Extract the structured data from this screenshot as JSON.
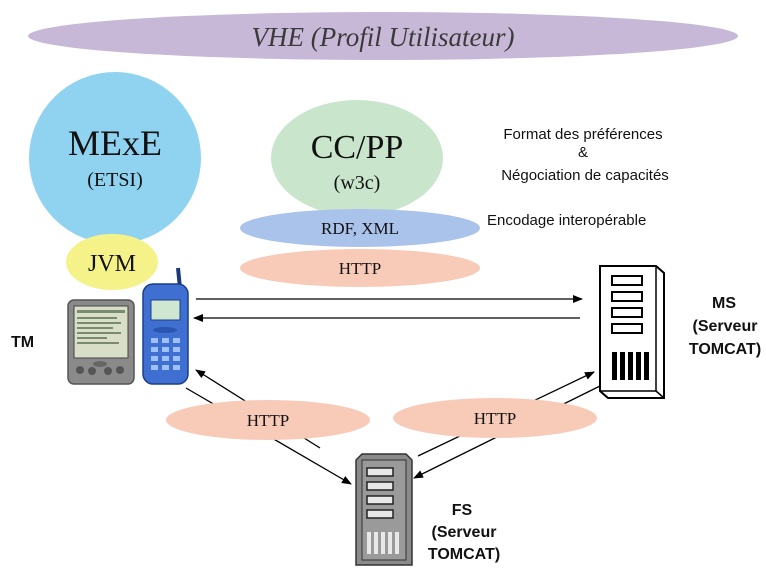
{
  "banner": {
    "label": "VHE (Profil Utilisateur)"
  },
  "mexe": {
    "title": "MExE",
    "subtitle": "(ETSI)"
  },
  "jvm": {
    "label": "JVM"
  },
  "ccpp": {
    "title": "CC/PP",
    "subtitle": "(w3c)"
  },
  "rdf": {
    "label": "RDF, XML"
  },
  "http_top": {
    "label": "HTTP"
  },
  "notes": {
    "line1": "Format des préférences",
    "line2": "&",
    "line3": "Négociation de capacités",
    "encodage": "Encodage interopérable"
  },
  "tm": {
    "label": "TM"
  },
  "ms": {
    "line1": "MS",
    "line2": "(Serveur",
    "line3": "TOMCAT)"
  },
  "fs": {
    "line1": "FS",
    "line2": "(Serveur",
    "line3": "TOMCAT)"
  },
  "http_left": {
    "label": "HTTP"
  },
  "http_right": {
    "label": "HTTP"
  },
  "colors": {
    "banner": "#c8b8d8",
    "mexe": "#8fd3f0",
    "jvm": "#f5f28a",
    "ccpp": "#c9e6cc",
    "rdf": "#a9c3ea",
    "http": "#f8cbb8"
  }
}
